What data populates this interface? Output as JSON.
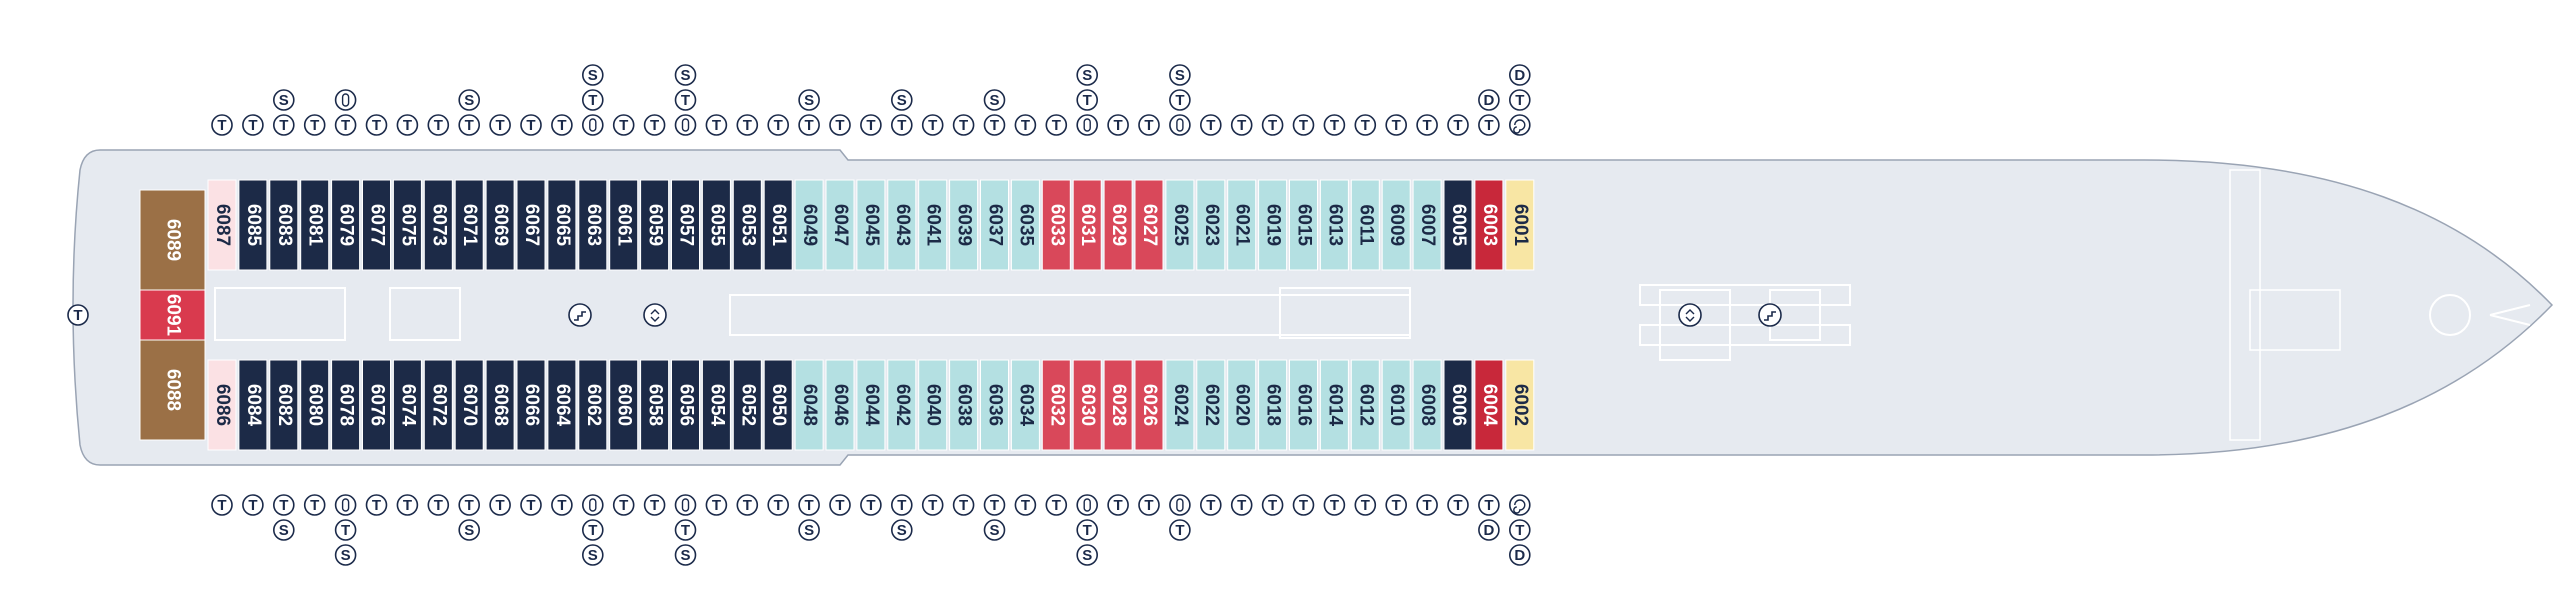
{
  "colors": {
    "hull": "#e6eaf0",
    "hull_line": "#9aa4b4",
    "navy": "#1c2a47",
    "teal": "#b4e0e2",
    "red": "#d9485a",
    "dark_red": "#c8283a",
    "yellow": "#f8e6a4",
    "brown": "#9b7046",
    "pink": "#fbe1e4",
    "crimson": "#d93a4e",
    "symbol": "#1b2a4a"
  },
  "symbols": {
    "T": "T",
    "S": "S",
    "D": "D",
    "bathtub_icon": "bathtub-icon",
    "spa_icon": "spa-icon",
    "stairs_icon": "stairs-icon",
    "elevator_icon": "elevator-icon"
  },
  "aft_symbol": "T",
  "cabins": {
    "top": [
      {
        "n": "6087",
        "c": "pink",
        "s": [
          "T"
        ]
      },
      {
        "n": "6085",
        "c": "navy",
        "s": [
          "T"
        ]
      },
      {
        "n": "6083",
        "c": "navy",
        "s": [
          "S",
          "T"
        ]
      },
      {
        "n": "6081",
        "c": "navy",
        "s": [
          "T"
        ]
      },
      {
        "n": "6079",
        "c": "navy",
        "s": [
          "B",
          "T"
        ]
      },
      {
        "n": "6077",
        "c": "navy",
        "s": [
          "T"
        ]
      },
      {
        "n": "6075",
        "c": "navy",
        "s": [
          "T"
        ]
      },
      {
        "n": "6073",
        "c": "navy",
        "s": [
          "T"
        ]
      },
      {
        "n": "6071",
        "c": "navy",
        "s": [
          "S",
          "T"
        ]
      },
      {
        "n": "6069",
        "c": "navy",
        "s": [
          "T"
        ]
      },
      {
        "n": "6067",
        "c": "navy",
        "s": [
          "T"
        ]
      },
      {
        "n": "6065",
        "c": "navy",
        "s": [
          "T"
        ]
      },
      {
        "n": "6063",
        "c": "navy",
        "s": [
          "S",
          "T",
          "B"
        ]
      },
      {
        "n": "6061",
        "c": "navy",
        "s": [
          "T"
        ]
      },
      {
        "n": "6059",
        "c": "navy",
        "s": [
          "T"
        ]
      },
      {
        "n": "6057",
        "c": "navy",
        "s": [
          "S",
          "T",
          "B"
        ]
      },
      {
        "n": "6055",
        "c": "navy",
        "s": [
          "T"
        ]
      },
      {
        "n": "6053",
        "c": "navy",
        "s": [
          "T"
        ]
      },
      {
        "n": "6051",
        "c": "navy",
        "s": [
          "T"
        ]
      },
      {
        "n": "6049",
        "c": "teal",
        "s": [
          "S",
          "T"
        ]
      },
      {
        "n": "6047",
        "c": "teal",
        "s": [
          "T"
        ]
      },
      {
        "n": "6045",
        "c": "teal",
        "s": [
          "T"
        ]
      },
      {
        "n": "6043",
        "c": "teal",
        "s": [
          "S",
          "T"
        ]
      },
      {
        "n": "6041",
        "c": "teal",
        "s": [
          "T"
        ]
      },
      {
        "n": "6039",
        "c": "teal",
        "s": [
          "T"
        ]
      },
      {
        "n": "6037",
        "c": "teal",
        "s": [
          "S",
          "T"
        ]
      },
      {
        "n": "6035",
        "c": "teal",
        "s": [
          "T"
        ]
      },
      {
        "n": "6033",
        "c": "red",
        "s": [
          "T"
        ]
      },
      {
        "n": "6031",
        "c": "red",
        "s": [
          "S",
          "T",
          "B"
        ]
      },
      {
        "n": "6029",
        "c": "red",
        "s": [
          "T"
        ]
      },
      {
        "n": "6027",
        "c": "red",
        "s": [
          "T"
        ]
      },
      {
        "n": "6025",
        "c": "teal",
        "s": [
          "S",
          "T",
          "B"
        ]
      },
      {
        "n": "6023",
        "c": "teal",
        "s": [
          "T"
        ]
      },
      {
        "n": "6021",
        "c": "teal",
        "s": [
          "T"
        ]
      },
      {
        "n": "6019",
        "c": "teal",
        "s": [
          "T"
        ]
      },
      {
        "n": "6015",
        "c": "teal",
        "s": [
          "T"
        ]
      },
      {
        "n": "6013",
        "c": "teal",
        "s": [
          "T"
        ]
      },
      {
        "n": "6011",
        "c": "teal",
        "s": [
          "T"
        ]
      },
      {
        "n": "6009",
        "c": "teal",
        "s": [
          "T"
        ]
      },
      {
        "n": "6007",
        "c": "teal",
        "s": [
          "T"
        ]
      },
      {
        "n": "6005",
        "c": "navy",
        "s": [
          "T"
        ]
      },
      {
        "n": "6003",
        "c": "dark_red",
        "s": [
          "D",
          "T"
        ]
      },
      {
        "n": "6001",
        "c": "yellow",
        "s": [
          "D",
          "T",
          "P"
        ]
      }
    ],
    "bottom": [
      {
        "n": "6086",
        "c": "pink",
        "s": [
          "T"
        ]
      },
      {
        "n": "6084",
        "c": "navy",
        "s": [
          "T"
        ]
      },
      {
        "n": "6082",
        "c": "navy",
        "s": [
          "T",
          "S"
        ]
      },
      {
        "n": "6080",
        "c": "navy",
        "s": [
          "T"
        ]
      },
      {
        "n": "6078",
        "c": "navy",
        "s": [
          "B",
          "T",
          "S"
        ]
      },
      {
        "n": "6076",
        "c": "navy",
        "s": [
          "T"
        ]
      },
      {
        "n": "6074",
        "c": "navy",
        "s": [
          "T"
        ]
      },
      {
        "n": "6072",
        "c": "navy",
        "s": [
          "T"
        ]
      },
      {
        "n": "6070",
        "c": "navy",
        "s": [
          "T",
          "S"
        ]
      },
      {
        "n": "6068",
        "c": "navy",
        "s": [
          "T"
        ]
      },
      {
        "n": "6066",
        "c": "navy",
        "s": [
          "T"
        ]
      },
      {
        "n": "6064",
        "c": "navy",
        "s": [
          "T"
        ]
      },
      {
        "n": "6062",
        "c": "navy",
        "s": [
          "B",
          "T",
          "S"
        ]
      },
      {
        "n": "6060",
        "c": "navy",
        "s": [
          "T"
        ]
      },
      {
        "n": "6058",
        "c": "navy",
        "s": [
          "T"
        ]
      },
      {
        "n": "6056",
        "c": "navy",
        "s": [
          "B",
          "T",
          "S"
        ]
      },
      {
        "n": "6054",
        "c": "navy",
        "s": [
          "T"
        ]
      },
      {
        "n": "6052",
        "c": "navy",
        "s": [
          "T"
        ]
      },
      {
        "n": "6050",
        "c": "navy",
        "s": [
          "T"
        ]
      },
      {
        "n": "6048",
        "c": "teal",
        "s": [
          "T",
          "S"
        ]
      },
      {
        "n": "6046",
        "c": "teal",
        "s": [
          "T"
        ]
      },
      {
        "n": "6044",
        "c": "teal",
        "s": [
          "T"
        ]
      },
      {
        "n": "6042",
        "c": "teal",
        "s": [
          "T",
          "S"
        ]
      },
      {
        "n": "6040",
        "c": "teal",
        "s": [
          "T"
        ]
      },
      {
        "n": "6038",
        "c": "teal",
        "s": [
          "T"
        ]
      },
      {
        "n": "6036",
        "c": "teal",
        "s": [
          "T",
          "S"
        ]
      },
      {
        "n": "6034",
        "c": "teal",
        "s": [
          "T"
        ]
      },
      {
        "n": "6032",
        "c": "red",
        "s": [
          "T"
        ]
      },
      {
        "n": "6030",
        "c": "red",
        "s": [
          "B",
          "T",
          "S"
        ]
      },
      {
        "n": "6028",
        "c": "red",
        "s": [
          "T"
        ]
      },
      {
        "n": "6026",
        "c": "red",
        "s": [
          "T"
        ]
      },
      {
        "n": "6024",
        "c": "teal",
        "s": [
          "B",
          "T"
        ]
      },
      {
        "n": "6022",
        "c": "teal",
        "s": [
          "T"
        ]
      },
      {
        "n": "6020",
        "c": "teal",
        "s": [
          "T"
        ]
      },
      {
        "n": "6018",
        "c": "teal",
        "s": [
          "T"
        ]
      },
      {
        "n": "6016",
        "c": "teal",
        "s": [
          "T"
        ]
      },
      {
        "n": "6014",
        "c": "teal",
        "s": [
          "T"
        ]
      },
      {
        "n": "6012",
        "c": "teal",
        "s": [
          "T"
        ]
      },
      {
        "n": "6010",
        "c": "teal",
        "s": [
          "T"
        ]
      },
      {
        "n": "6008",
        "c": "teal",
        "s": [
          "T"
        ]
      },
      {
        "n": "6006",
        "c": "navy",
        "s": [
          "T"
        ]
      },
      {
        "n": "6004",
        "c": "dark_red",
        "s": [
          "T",
          "D"
        ]
      },
      {
        "n": "6002",
        "c": "yellow",
        "s": [
          "P",
          "T",
          "D"
        ]
      }
    ],
    "aft": [
      {
        "n": "6089",
        "c": "brown"
      },
      {
        "n": "6091",
        "c": "crimson"
      },
      {
        "n": "6088",
        "c": "brown"
      }
    ]
  }
}
